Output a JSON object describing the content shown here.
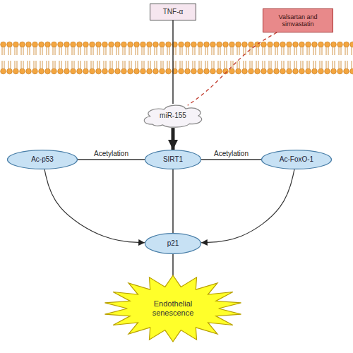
{
  "diagram": {
    "nodes": [
      {
        "text": [
          "TNF-α"
        ]
      },
      {
        "text": [
          "Valsartan and simvastatin"
        ]
      },
      {
        "text": [
          "miR-155"
        ]
      },
      {
        "text": [
          "Ac-p53"
        ]
      },
      {
        "text": [
          "SIRT1"
        ]
      },
      {
        "text": [
          "Ac-FoxO-1"
        ]
      },
      {
        "text": [
          "p21"
        ]
      },
      {
        "text": [
          "Endothelial senescence"
        ]
      }
    ],
    "edges": [
      {
        "from": 0,
        "to": 2,
        "arrow": "none"
      },
      {
        "from": 1,
        "to": 2,
        "arrow": "none"
      },
      {
        "from": 2,
        "to": 4,
        "arrow": "to"
      },
      {
        "from": 4,
        "to": 3,
        "label": "Acetylation",
        "arrow": "none"
      },
      {
        "from": 4,
        "to": 5,
        "label": "Acetylation",
        "arrow": "none"
      },
      {
        "from": 3,
        "to": 6,
        "arrow": "to"
      },
      {
        "from": 5,
        "to": 6,
        "arrow": "to"
      },
      {
        "from": 4,
        "to": 6,
        "arrow": "none"
      },
      {
        "from": 6,
        "to": 7,
        "arrow": "none"
      }
    ]
  }
}
